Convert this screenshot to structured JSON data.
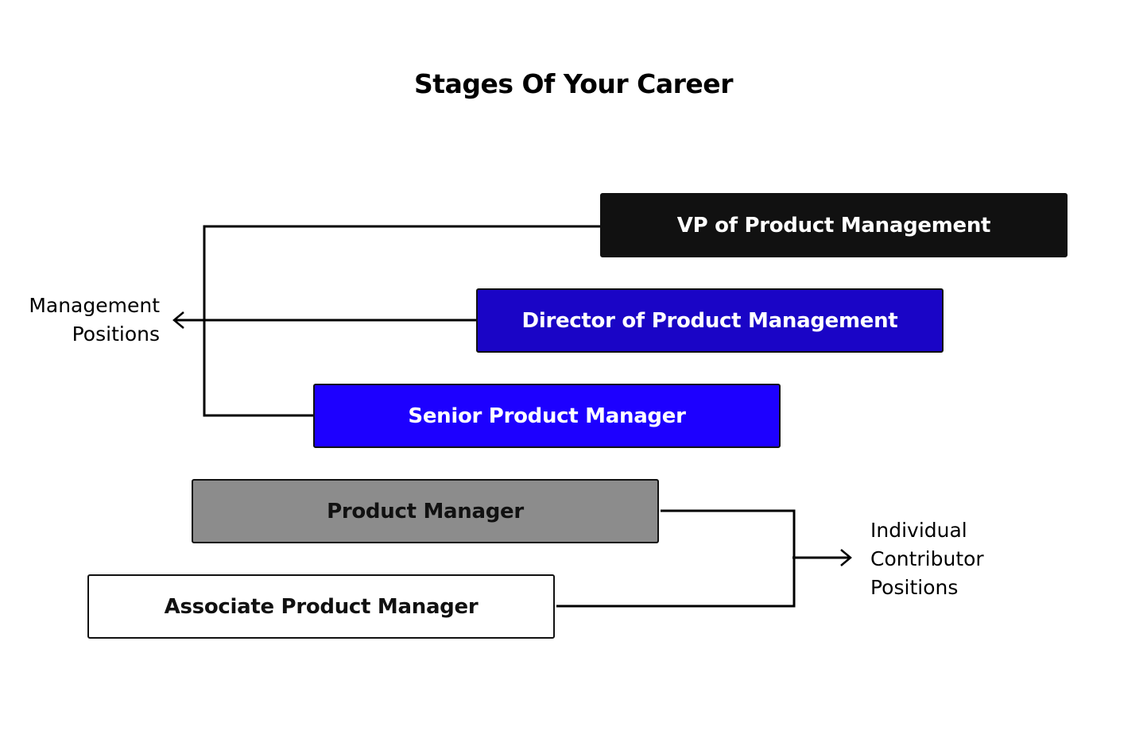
{
  "title": "Stages Of Your Career",
  "stages": [
    {
      "label": "VP of Product Management",
      "color": "#111111",
      "text_color": "#ffffff"
    },
    {
      "label": "Director of Product Management",
      "color": "#1a05c6",
      "text_color": "#ffffff"
    },
    {
      "label": "Senior Product Manager",
      "color": "#1d00ff",
      "text_color": "#ffffff"
    },
    {
      "label": "Product Manager",
      "color": "#8c8c8c",
      "text_color": "#111111"
    },
    {
      "label": "Associate Product Manager",
      "color": "#ffffff",
      "text_color": "#111111"
    }
  ],
  "groups": {
    "management": {
      "line1": "Management",
      "line2": "Positions"
    },
    "individual": {
      "line1": "Individual",
      "line2": "Contributor",
      "line3": "Positions"
    }
  }
}
